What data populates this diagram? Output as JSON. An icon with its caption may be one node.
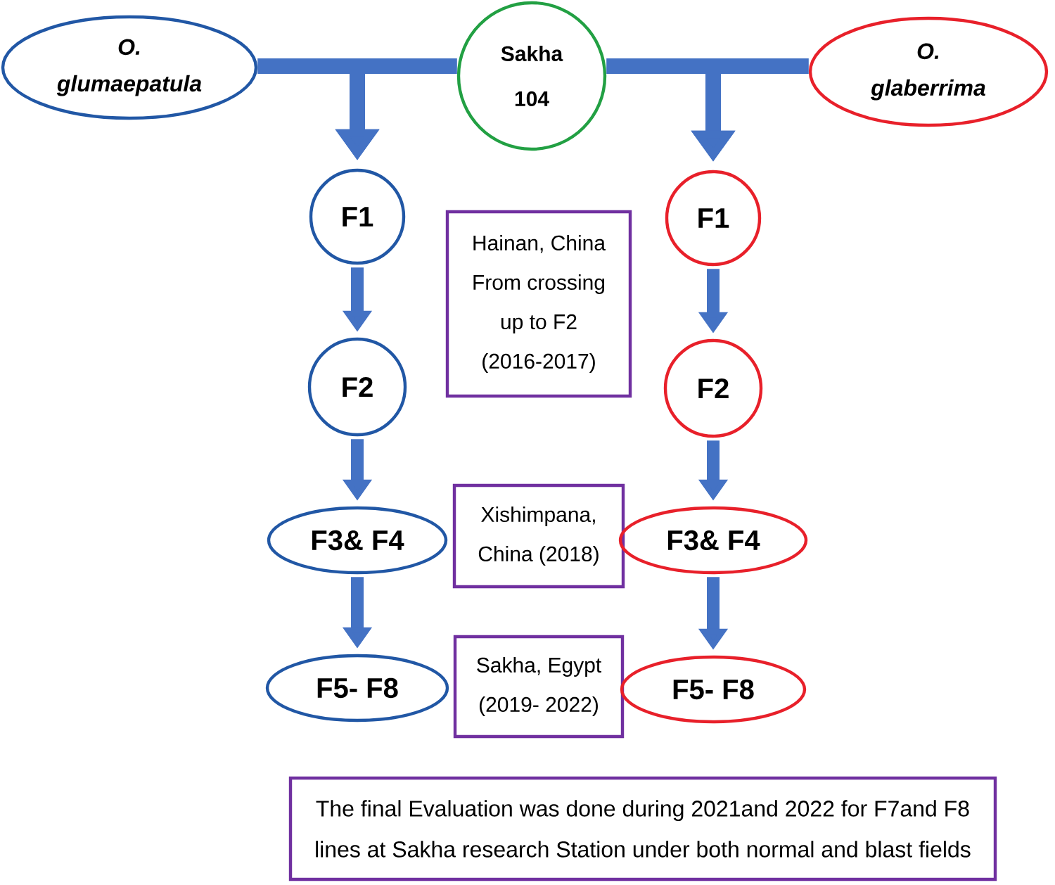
{
  "diagram": {
    "nodes": [
      {
        "text": [
          "O. glumaepatula"
        ]
      },
      {
        "text": [
          "Sakha 104"
        ]
      },
      {
        "text": [
          "O. glaberrima"
        ]
      },
      {
        "text": [
          "F1"
        ]
      },
      {
        "text": [
          "Hainan, China From crossing up to F2 (2016-2017)"
        ]
      },
      {
        "text": [
          "F1"
        ]
      },
      {
        "text": [
          "F2"
        ]
      },
      {
        "text": [
          "F2"
        ]
      },
      {
        "text": [
          "F3& F4"
        ]
      },
      {
        "text": [
          "Xishimpana, China (2018)"
        ]
      },
      {
        "text": [
          "F3& F4"
        ]
      },
      {
        "text": [
          "F5- F8"
        ]
      },
      {
        "text": [
          "Sakha, Egypt (2019- 2022)"
        ]
      },
      {
        "text": [
          "F5- F8"
        ]
      },
      {
        "text": [
          "The final Evaluation was done during 2021and 2022 for F7and F8 lines at Sakha research Station under both normal and blast fields"
        ]
      }
    ],
    "edges": [
      {
        "from": 0,
        "to": 3,
        "arrow": "to"
      },
      {
        "from": 1,
        "to": 3,
        "arrow": "to"
      },
      {
        "from": 1,
        "to": 5,
        "arrow": "to"
      },
      {
        "from": 2,
        "to": 5,
        "arrow": "to"
      },
      {
        "from": 3,
        "to": 6,
        "arrow": "to"
      },
      {
        "from": 6,
        "to": 8,
        "arrow": "to"
      },
      {
        "from": 8,
        "to": 11,
        "arrow": "to"
      },
      {
        "from": 5,
        "to": 7,
        "arrow": "to"
      },
      {
        "from": 7,
        "to": 10,
        "arrow": "to"
      },
      {
        "from": 10,
        "to": 13,
        "arrow": "to"
      }
    ]
  }
}
